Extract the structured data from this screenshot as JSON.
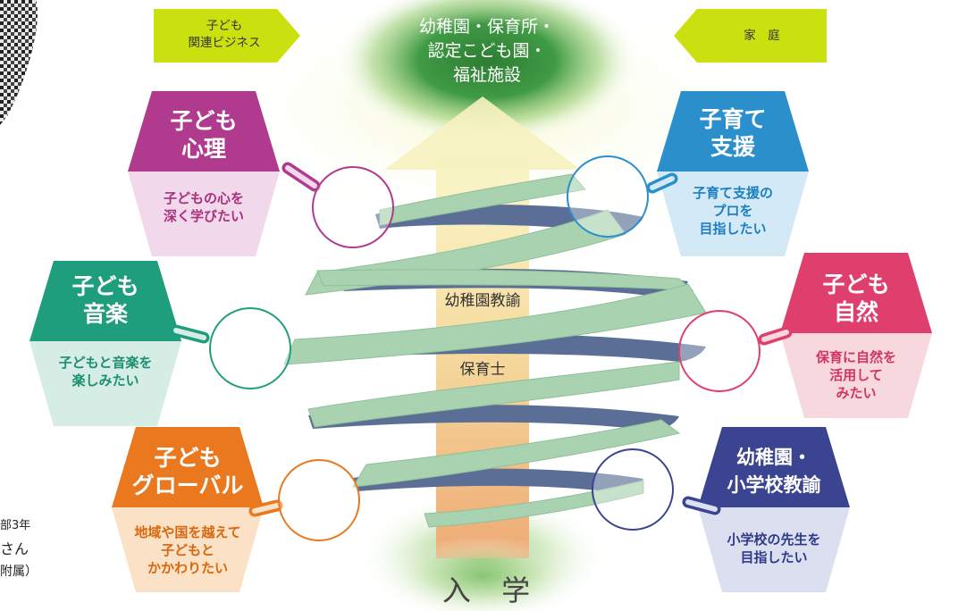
{
  "destinations": {
    "center": "幼稚園・保育所・\n認定こども園・\n福祉施設",
    "left_flag": "子ども\n関連ビジネス",
    "right_flag": "家　庭"
  },
  "central_path": {
    "teacher_label": "幼稚園教諭",
    "nursery_label": "保育士",
    "entry_label": "入 学"
  },
  "courses": [
    {
      "title": "子ども\n心理",
      "desc": "子どもの心を\n深く学びたい",
      "color": "#b03a8e",
      "light": "#f1d9eb",
      "text_color": "#a8307f"
    },
    {
      "title": "子ども\n音楽",
      "desc": "子どもと音楽を\n楽しみたい",
      "color": "#1f9e7e",
      "light": "#d6ede5",
      "text_color": "#1c8f71"
    },
    {
      "title": "子ども\nグローバル",
      "desc": "地域や国を越えて\n子どもと\nかかわりたい",
      "color": "#e9781f",
      "light": "#fbe2c7",
      "text_color": "#d8670e"
    },
    {
      "title": "子育て\n支援",
      "desc": "子育て支援の\nプロを\n目指したい",
      "color": "#2a8fcb",
      "light": "#d3e9f6",
      "text_color": "#1c7fbf"
    },
    {
      "title": "子ども\n自然",
      "desc": "保育に自然を\n活用して\nみたい",
      "color": "#df3f6c",
      "light": "#f8d8df",
      "text_color": "#d33560"
    },
    {
      "title": "幼稚園・\n小学校教諭",
      "desc": "小学校の先生を\n目指したい",
      "color": "#3b4490",
      "light": "#dcdff0",
      "text_color": "#2f3a86"
    }
  ],
  "side_note": {
    "lines": [
      "部3年",
      "さん",
      "附属）"
    ]
  },
  "colors": {
    "flag": "#cbe00f",
    "spiral_front": "#a9d3b0",
    "spiral_back": "#5a6f96",
    "arrow_top": "#f8f2b5",
    "arrow_bottom": "#eeb07e",
    "glow": "#2f8a3e"
  }
}
